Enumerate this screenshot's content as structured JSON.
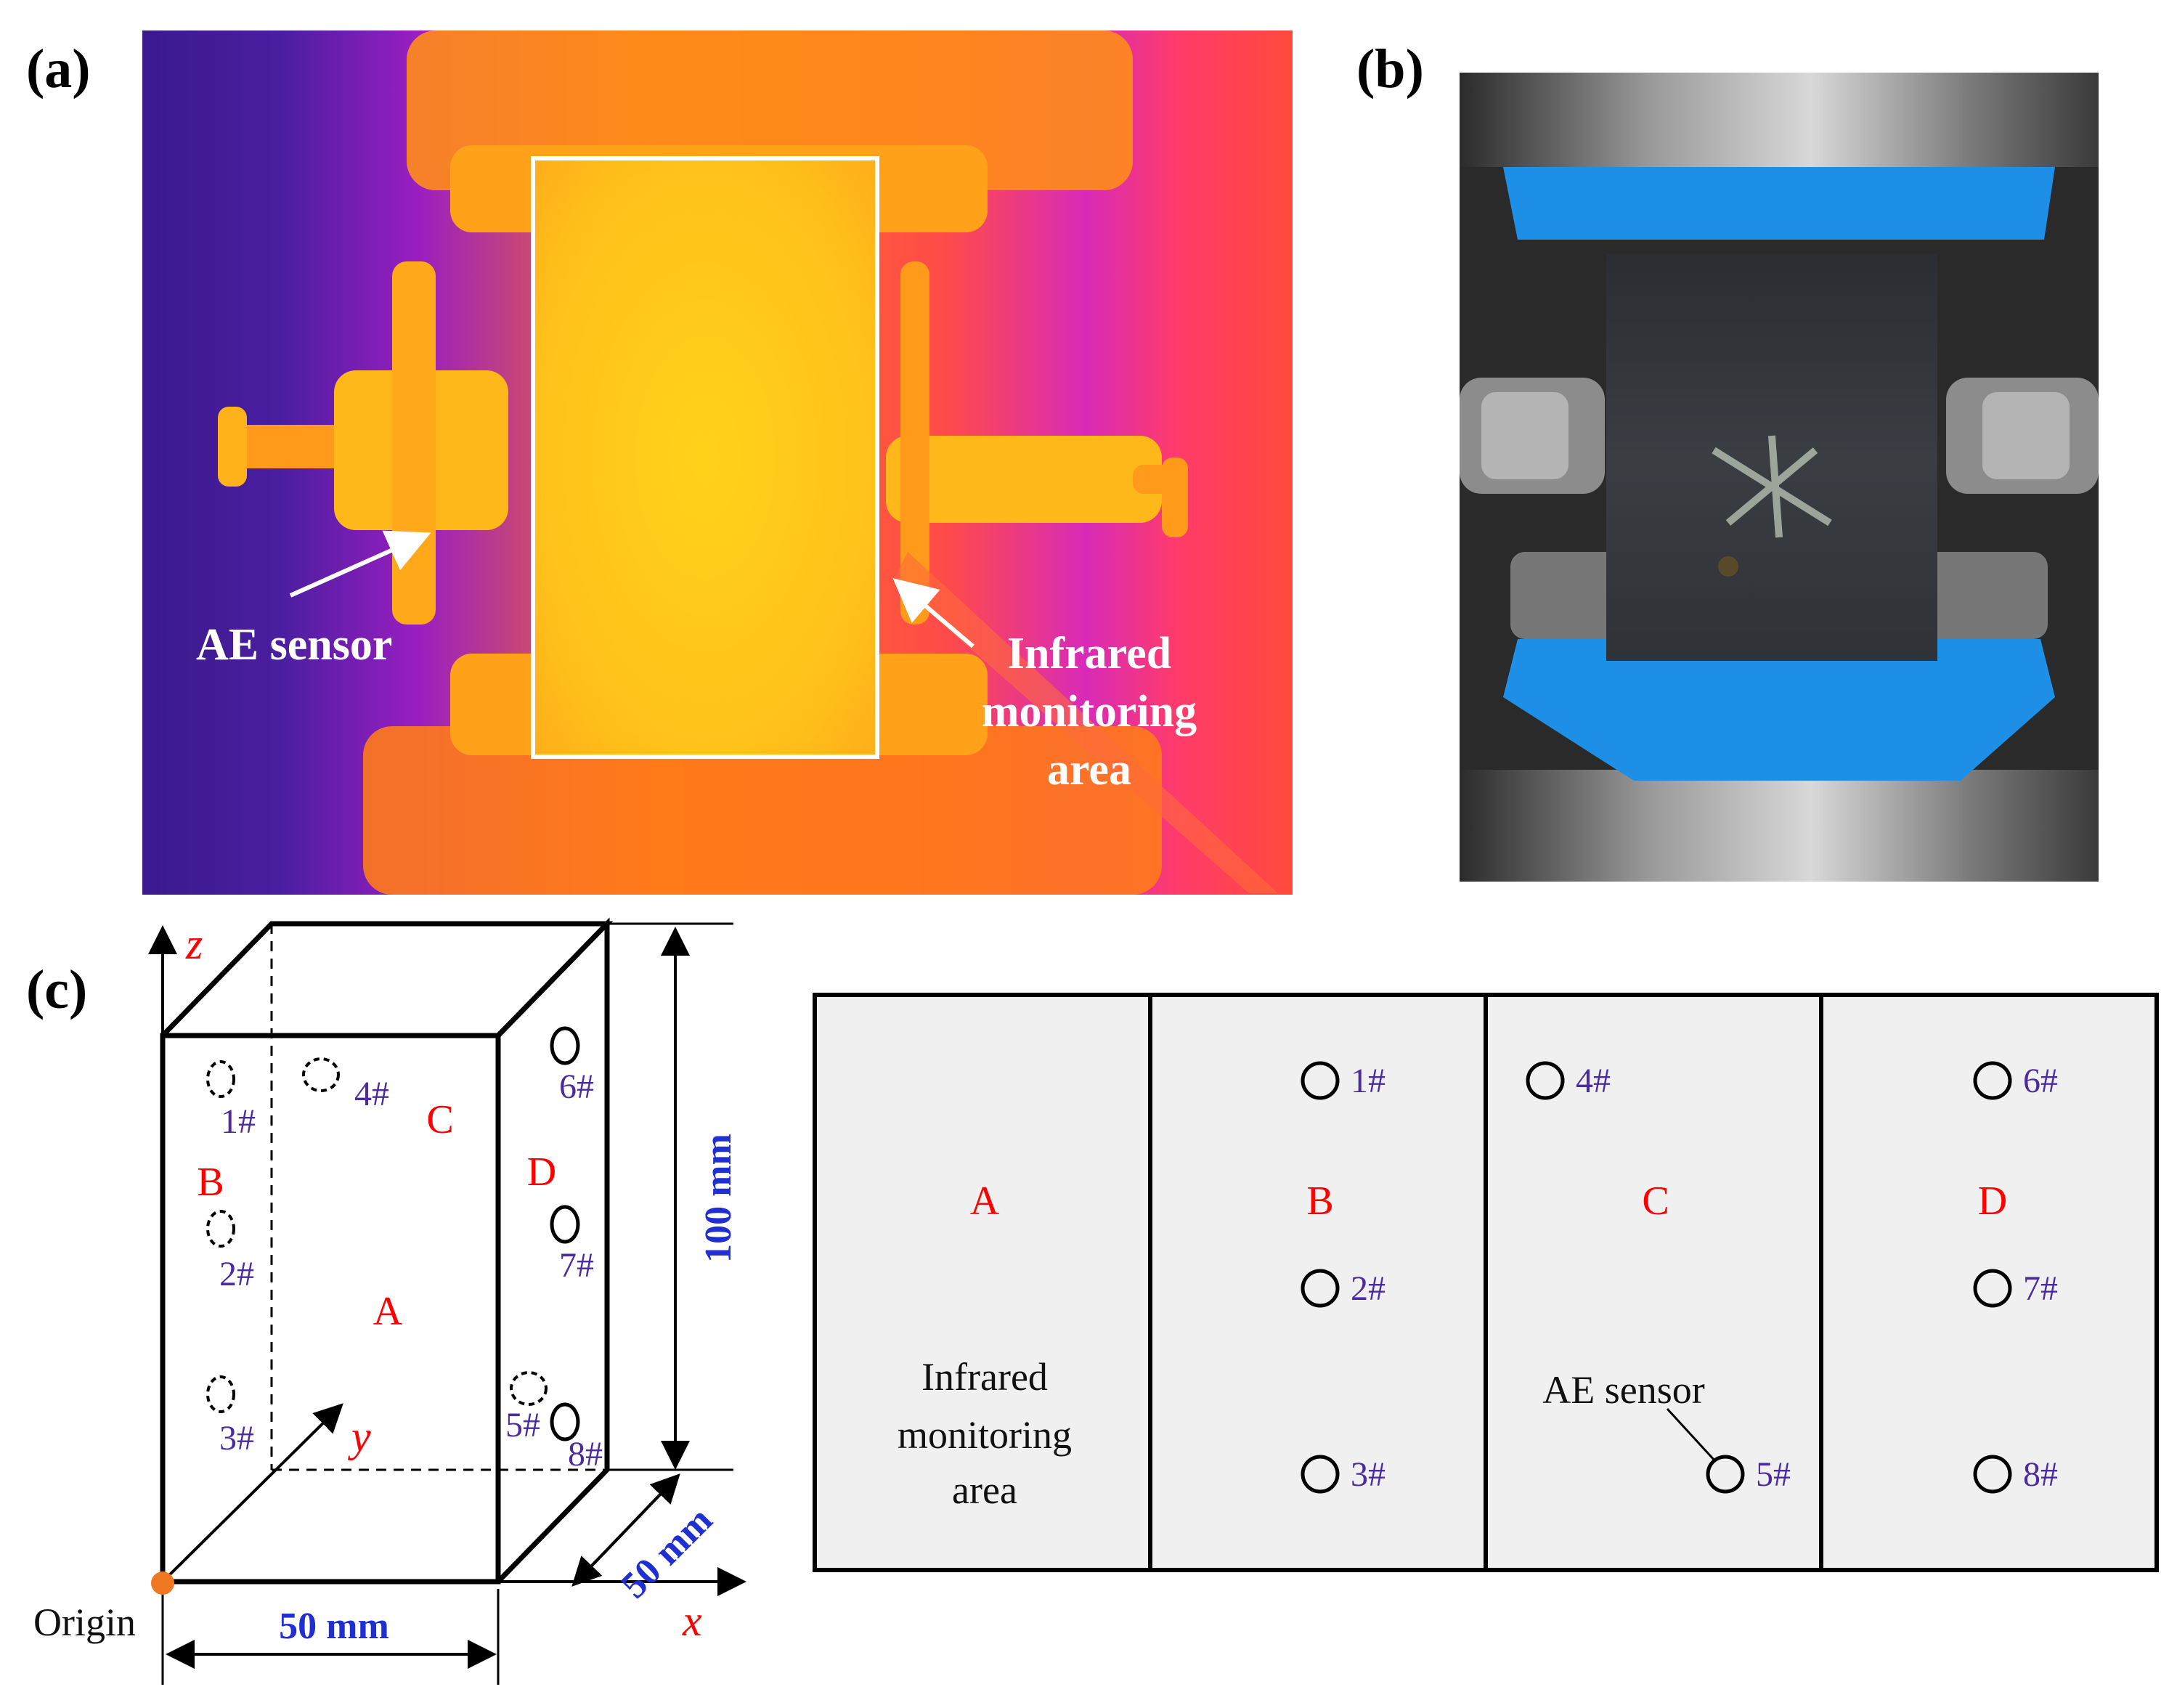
{
  "panels": {
    "a": {
      "label": "(a)",
      "callouts": {
        "ae_sensor": "AE sensor",
        "infrared_line1": "Infrared",
        "infrared_line2": "monitoring",
        "infrared_line3": "area"
      }
    },
    "b": {
      "label": "(b)"
    },
    "c": {
      "label": "(c)"
    }
  },
  "cube": {
    "axes": {
      "x": "x",
      "y": "y",
      "z": "z"
    },
    "origin_label": "Origin",
    "dimensions": {
      "width": "50 mm",
      "depth": "50 mm",
      "height": "100 mm"
    },
    "faces": {
      "A": "A",
      "B": "B",
      "C": "C",
      "D": "D"
    },
    "sensors": {
      "s1": "1#",
      "s2": "2#",
      "s3": "3#",
      "s4": "4#",
      "s5": "5#",
      "s6": "6#",
      "s7": "7#",
      "s8": "8#"
    }
  },
  "unfolded": {
    "faces": [
      "A",
      "B",
      "C",
      "D"
    ],
    "infrared_line1": "Infrared",
    "infrared_line2": "monitoring",
    "infrared_line3": "area",
    "ae_sensor": "AE sensor",
    "sensors": {
      "s1": "1#",
      "s2": "2#",
      "s3": "3#",
      "s4": "4#",
      "s5": "5#",
      "s6": "6#",
      "s7": "7#",
      "s8": "8#"
    }
  },
  "colors": {
    "face_label": "#ff0000",
    "sensor_label": "#4b2c9e",
    "dimension": "#1f2fd1",
    "unfolded_fill": "#f0f0f0",
    "tape_blue": "#1e8fe6",
    "origin_dot": "#f07820"
  }
}
